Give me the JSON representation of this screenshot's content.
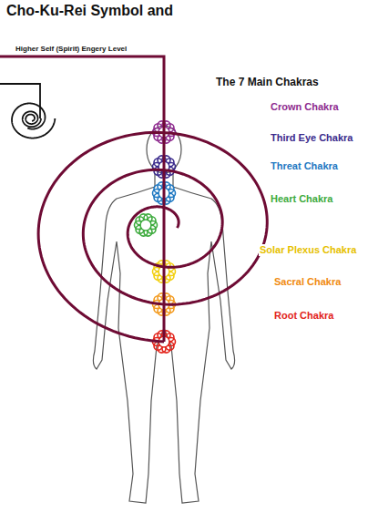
{
  "diagram": {
    "title": "Cho-Ku-Rei Symbol and",
    "labels": [
      "Higher Self (Spirit) Engery Level",
      "The 7 Main Chakras",
      "Crown Chakra",
      "Third Eye Chakra",
      "Threat Chakra",
      "Heart Chakra",
      "Solar Plexus Chakra",
      "Sacral Chakra",
      "Root Chakra"
    ]
  }
}
